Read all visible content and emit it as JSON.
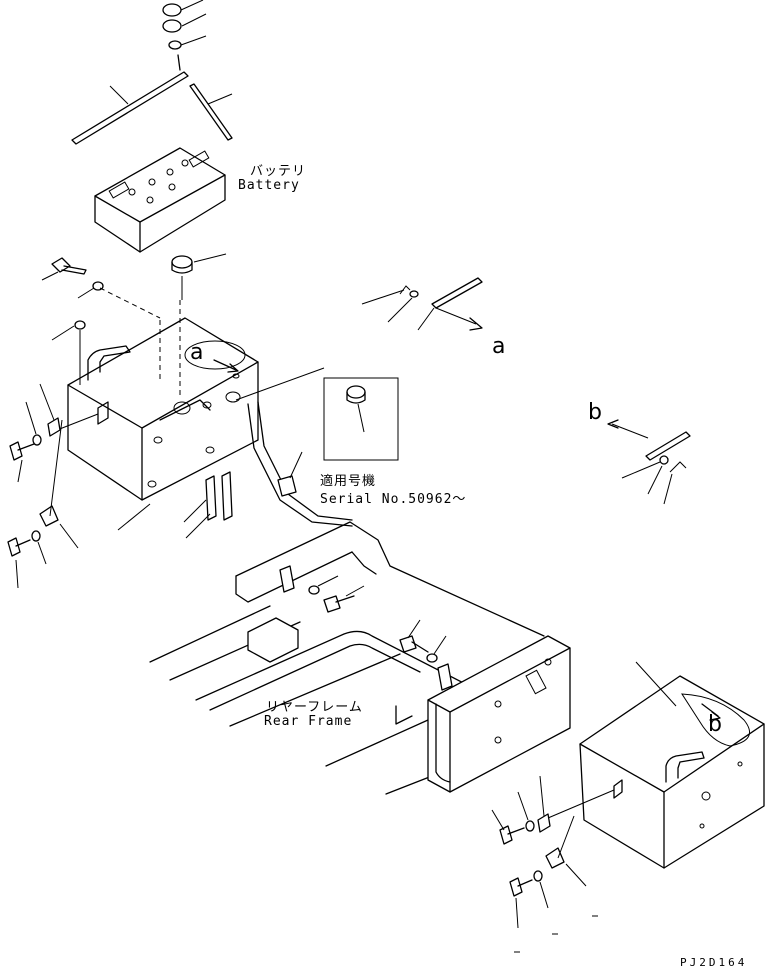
{
  "labels": {
    "battery_jp": "バッテリ",
    "battery_en": "Battery",
    "rear_frame_jp": "リヤーフレーム",
    "rear_frame_en": "Rear Frame",
    "serial_jp": "適用号機",
    "serial_en": "Serial No.50962～",
    "ref_a1": "a",
    "ref_a2": "a",
    "ref_b1": "b",
    "ref_b2": "b",
    "drawing_code": "PJ2D164"
  }
}
